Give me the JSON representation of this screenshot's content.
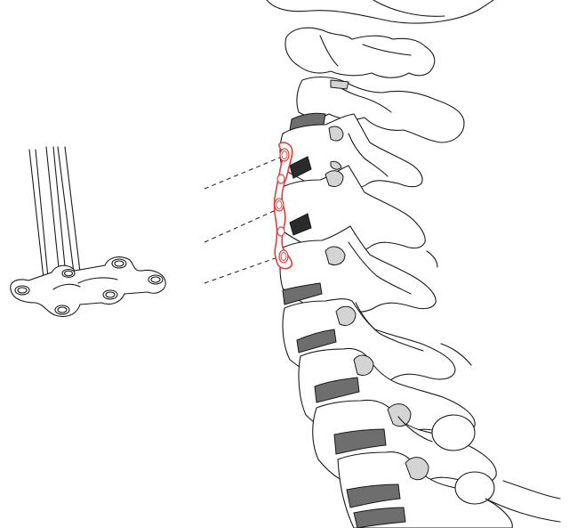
{
  "figure": {
    "colors": {
      "outline": "#1a1a1a",
      "bone_fill": "#ffffff",
      "disc_fill": "#6e6e6e",
      "facet_fill": "#d4d4d4",
      "plate_outline": "#e0403a",
      "graft_fill": "#2a2a2a"
    },
    "elements": [
      "cervical-spine",
      "anterior-plate",
      "bone-graft",
      "plate-holder-instrument",
      "guide-lines"
    ]
  }
}
